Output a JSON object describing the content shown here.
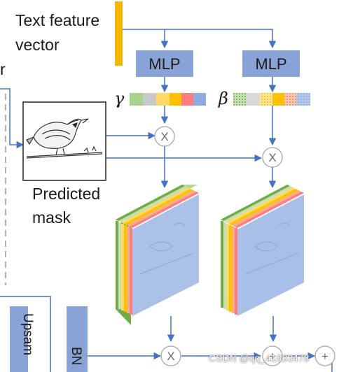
{
  "labels": {
    "text_feature_vector_line1": "Text feature",
    "text_feature_vector_line2": "vector",
    "partial_left_label": "r",
    "predicted_mask_line1": "Predicted",
    "predicted_mask_line2": "mask",
    "mlp_left": "MLP",
    "mlp_right": "MLP",
    "gamma": "γ",
    "beta": "β",
    "upsample_partial": "Upsam",
    "bn": "BN",
    "watermark": "CSDN @qq_41833478"
  },
  "operators": {
    "multiply_1": "X",
    "multiply_2": "X",
    "multiply_3": "X",
    "add_1": "+",
    "add_2": "+"
  },
  "colors": {
    "block_blue": "#8aa3d6",
    "arrow_blue": "#4472c4",
    "text_bar": "#f5b800",
    "dashed_gray": "#b0b0b0",
    "gamma_swatches": [
      "#a9d18e",
      "#c9c9c9",
      "#ffd966",
      "#ffc000",
      "#ff7c80",
      "#8faadc"
    ],
    "beta_swatches": [
      "#a9d18e",
      "#c9c9c9",
      "#ffd966",
      "#ffc000",
      "#ff7c80",
      "#8faadc"
    ],
    "stack_layers": [
      "#70ad47",
      "#a9d18e",
      "#ffd966",
      "#ffc000",
      "#f4b183",
      "#ff7c80"
    ]
  },
  "icons": {
    "bird_image": "bird-on-wire-sketch"
  }
}
